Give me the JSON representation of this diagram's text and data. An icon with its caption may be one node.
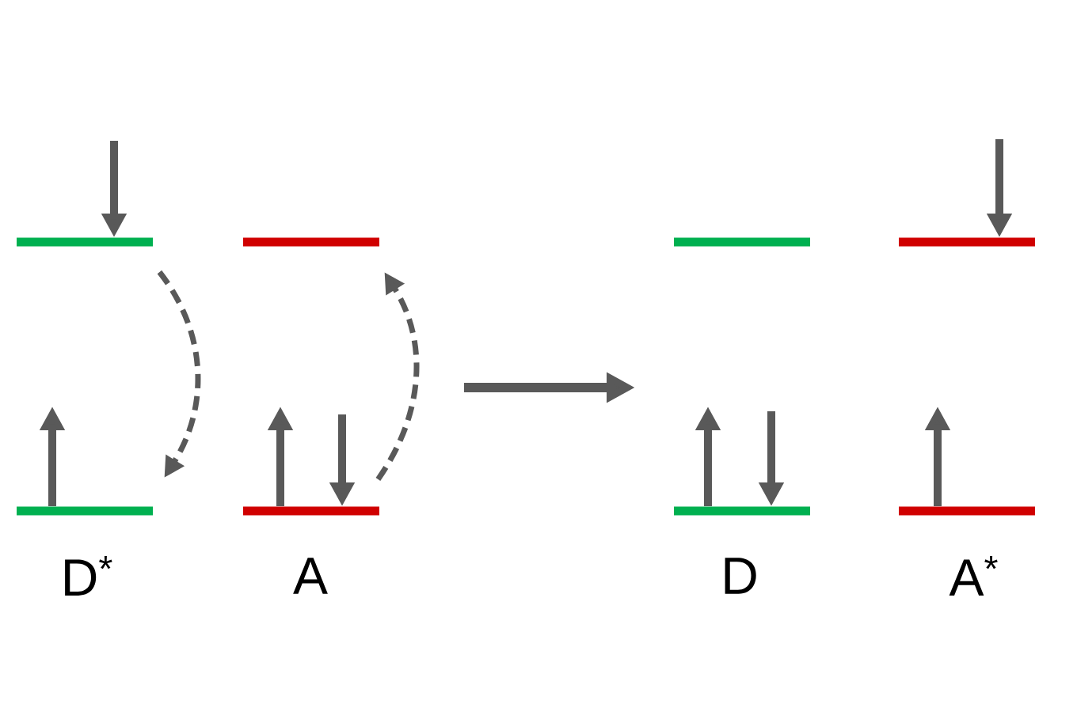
{
  "diagram": {
    "nodes": [
      {
        "text": [],
        "shape": "bar"
      },
      {
        "text": [],
        "shape": "bar"
      },
      {
        "text": [],
        "shape": "bar"
      },
      {
        "text": [],
        "shape": "bar"
      },
      {
        "text": [],
        "shape": "bar"
      },
      {
        "text": [],
        "shape": "bar"
      },
      {
        "text": [],
        "shape": "bar"
      },
      {
        "text": [],
        "shape": "bar"
      }
    ],
    "edges": [
      {
        "from": null,
        "to": 0,
        "arrow": "to"
      },
      {
        "from": 1,
        "to": null,
        "arrow": "to"
      },
      {
        "from": 0,
        "to": 1,
        "arrow": "to",
        "style": "dashed"
      },
      {
        "from": 3,
        "to": null,
        "arrow": "to"
      },
      {
        "from": null,
        "to": 3,
        "arrow": "to"
      },
      {
        "from": 3,
        "to": 2,
        "arrow": "to",
        "style": "dashed"
      },
      {
        "from": 5,
        "to": null,
        "arrow": "to"
      },
      {
        "from": null,
        "to": 5,
        "arrow": "to"
      },
      {
        "from": null,
        "to": 6,
        "arrow": "to"
      },
      {
        "from": 7,
        "to": null,
        "arrow": "to"
      }
    ],
    "labels": [
      "D$^{*}$",
      "A",
      "D",
      "A$^{*}$"
    ]
  }
}
